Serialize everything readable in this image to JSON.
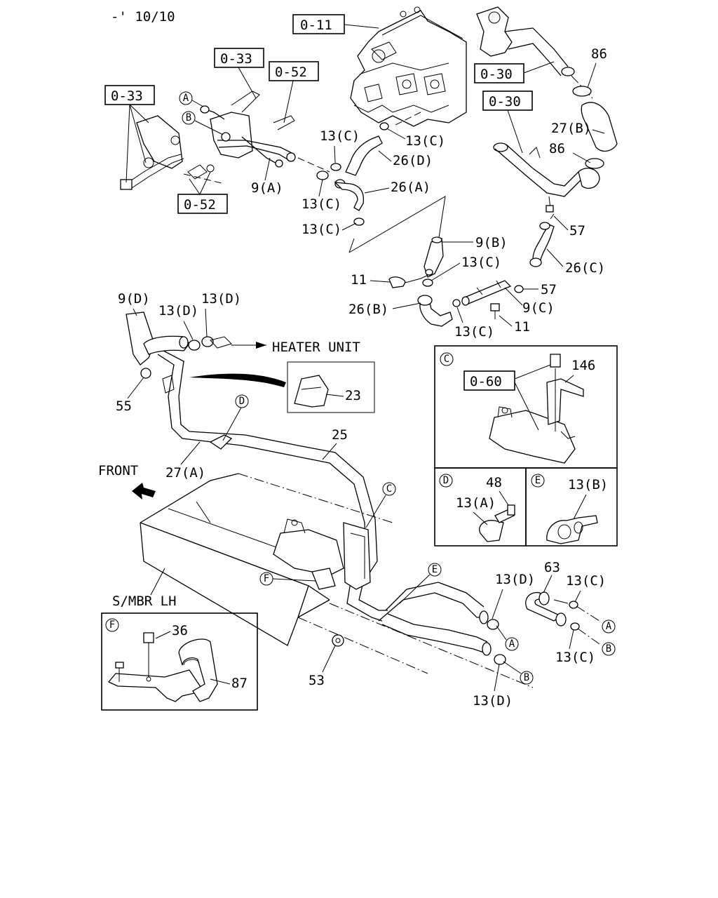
{
  "page_ref": "-' 10/10",
  "groups": [
    "0-11",
    "0-33",
    "0-33",
    "0-52",
    "0-52",
    "0-30",
    "0-30",
    "0-60"
  ],
  "part_numbers": [
    "86",
    "27(B)",
    "86",
    "13(C)",
    "13(C)",
    "26(D)",
    "9(A)",
    "26(A)",
    "13(C)",
    "13(C)",
    "57",
    "9(B)",
    "13(C)",
    "11",
    "26(C)",
    "57",
    "26(B)",
    "9(C)",
    "13(C)",
    "11",
    "9(D)",
    "13(D)",
    "13(D)",
    "23",
    "55",
    "25",
    "27(A)",
    "146",
    "48",
    "13(A)",
    "13(B)",
    "63",
    "13(D)",
    "13(C)",
    "13(C)",
    "53",
    "13(D)",
    "36",
    "87"
  ],
  "callouts": [
    "A",
    "B",
    "A",
    "B",
    "A",
    "B",
    "C",
    "D",
    "E",
    "F"
  ],
  "detail_views": [
    "C",
    "D",
    "E",
    "F"
  ],
  "text_labels": {
    "heater_unit": "HEATER UNIT",
    "front": "FRONT",
    "s_mbr": "S/MBR LH"
  }
}
